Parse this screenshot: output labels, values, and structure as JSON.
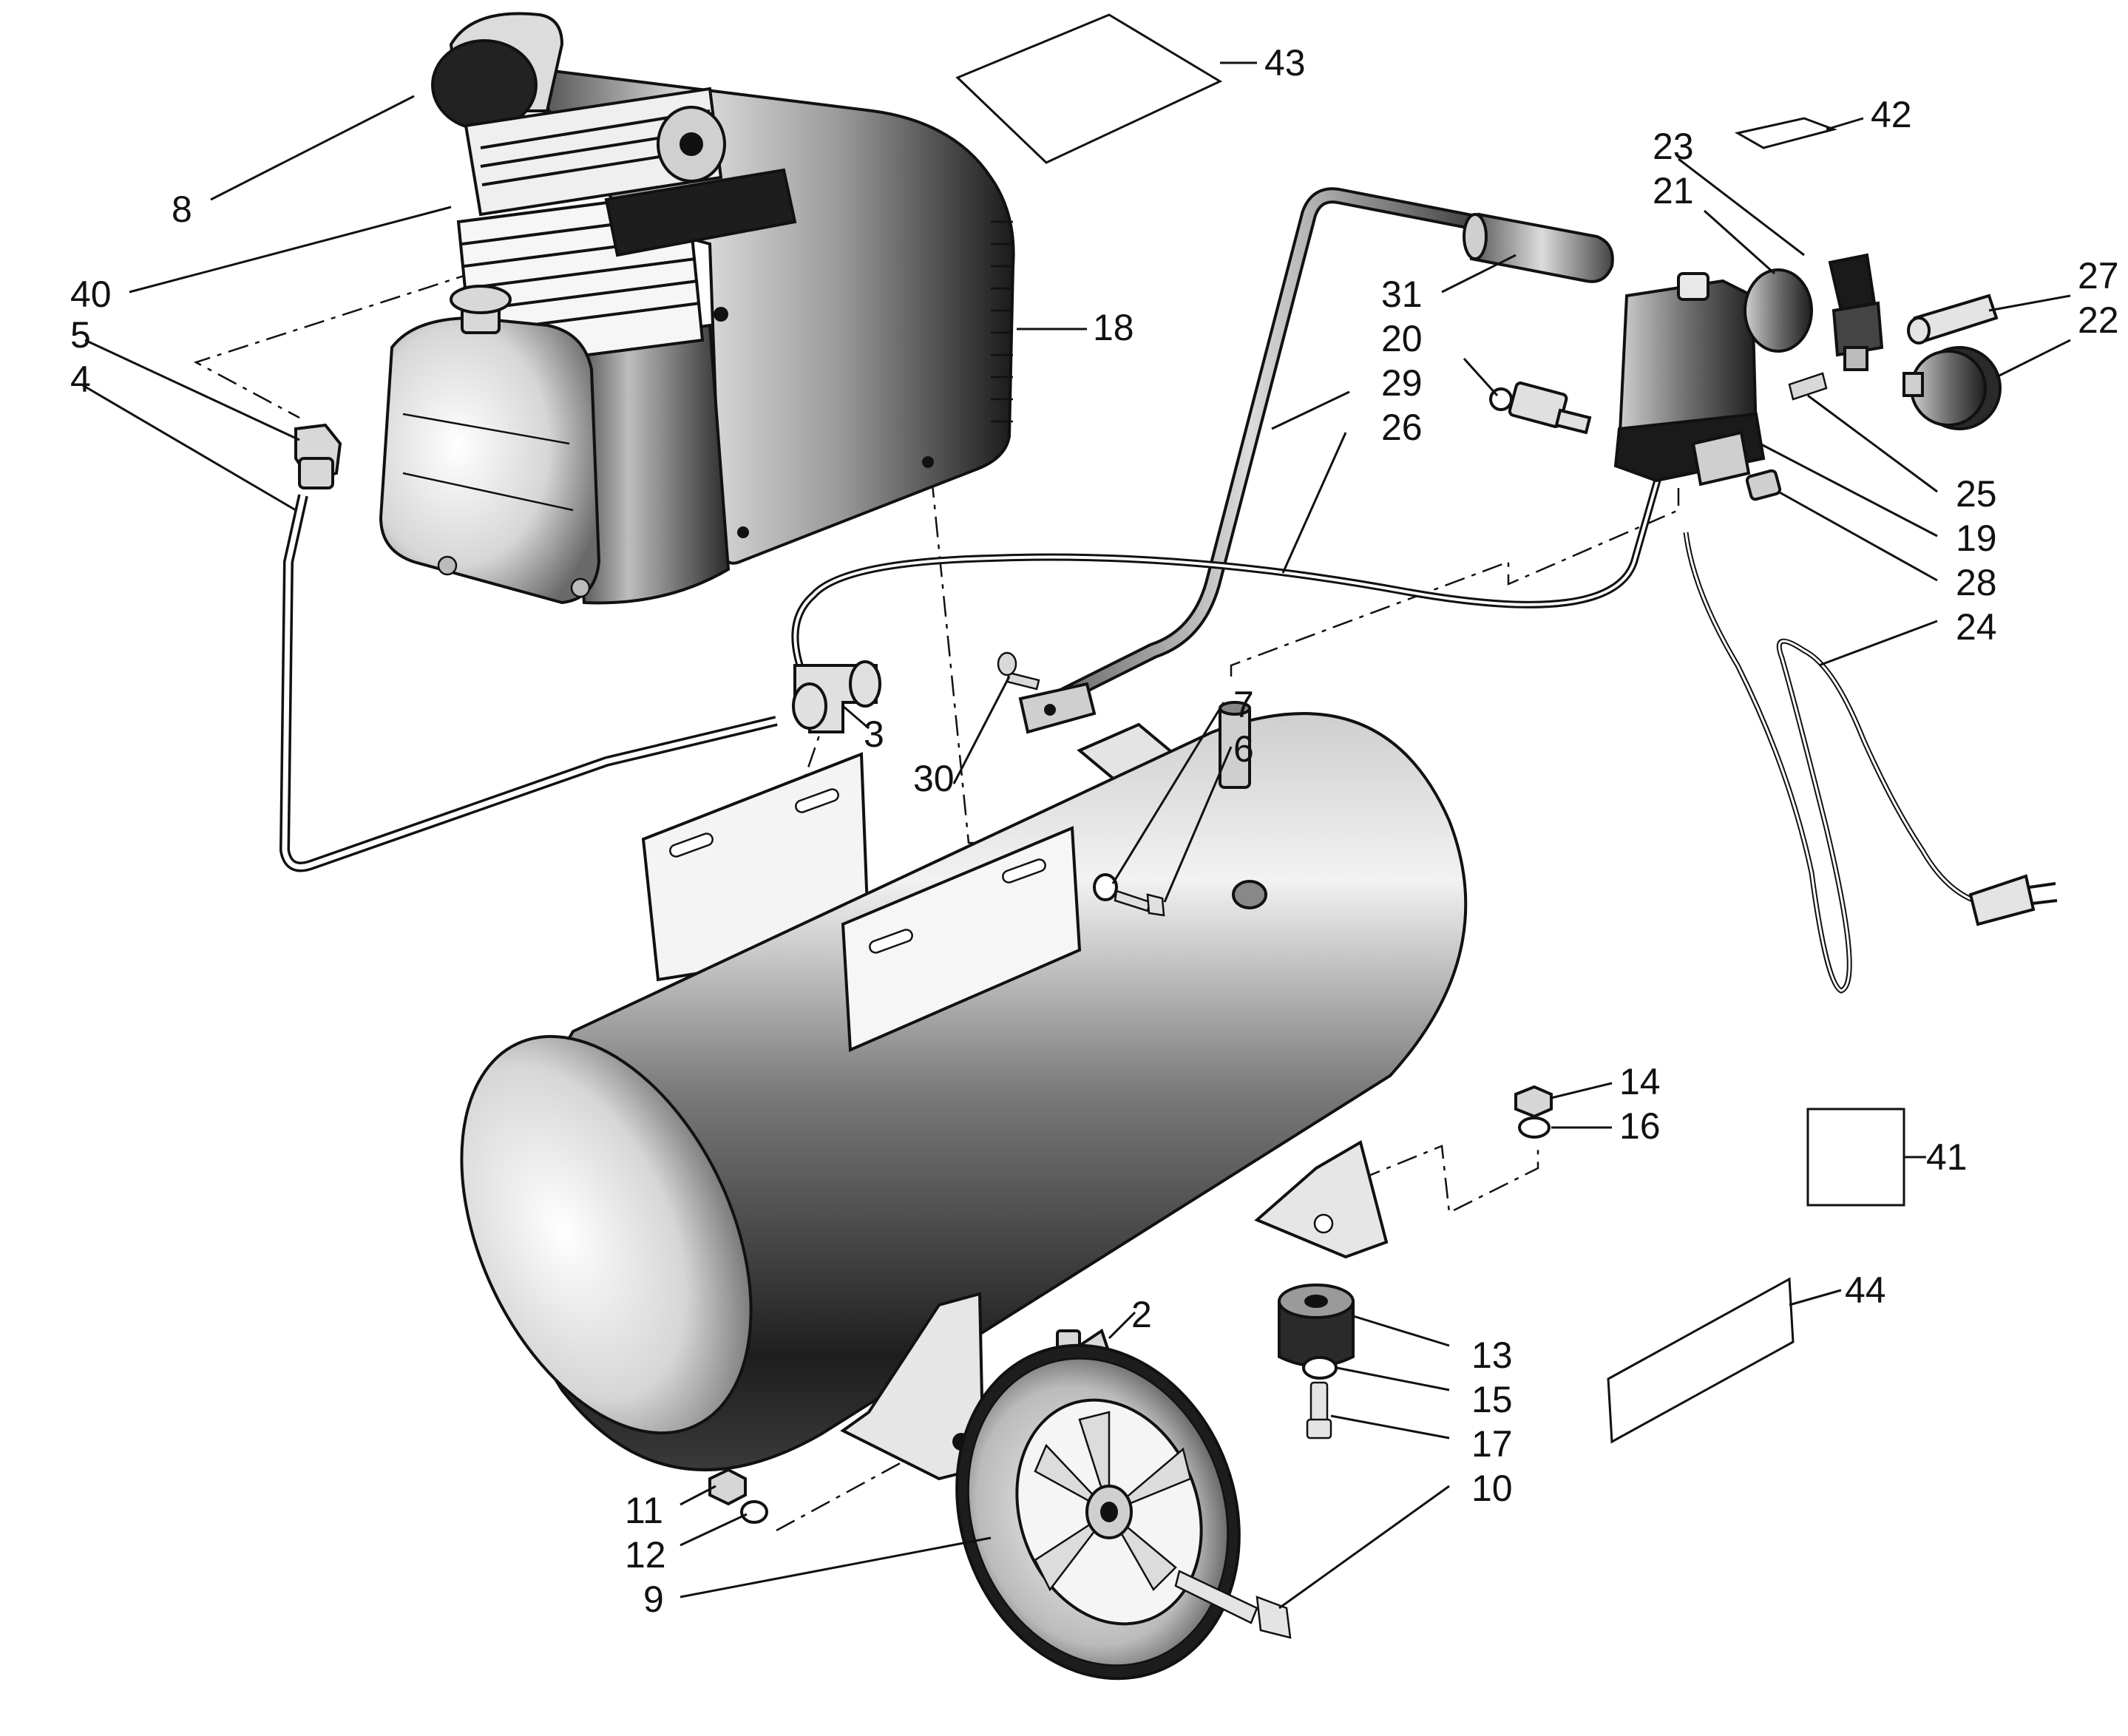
{
  "diagram": {
    "colors": {
      "ink": "#111111",
      "paper": "#ffffff",
      "metal_dark": "#2a2a2a",
      "metal_mid": "#8a8a8a",
      "metal_light": "#e6e6e6"
    },
    "callouts": {
      "c2": "2",
      "c3": "3",
      "c4": "4",
      "c5": "5",
      "c6": "6",
      "c7": "7",
      "c8": "8",
      "c9": "9",
      "c10": "10",
      "c11": "11",
      "c12": "12",
      "c13": "13",
      "c14": "14",
      "c15": "15",
      "c16": "16",
      "c17": "17",
      "c18": "18",
      "c19": "19",
      "c20": "20",
      "c21": "21",
      "c22": "22",
      "c23": "23",
      "c24": "24",
      "c25": "25",
      "c26": "26",
      "c27": "27",
      "c28": "28",
      "c29": "29",
      "c30": "30",
      "c31": "31",
      "c40": "40",
      "c41": "41",
      "c42": "42",
      "c43": "43",
      "c44": "44"
    }
  }
}
